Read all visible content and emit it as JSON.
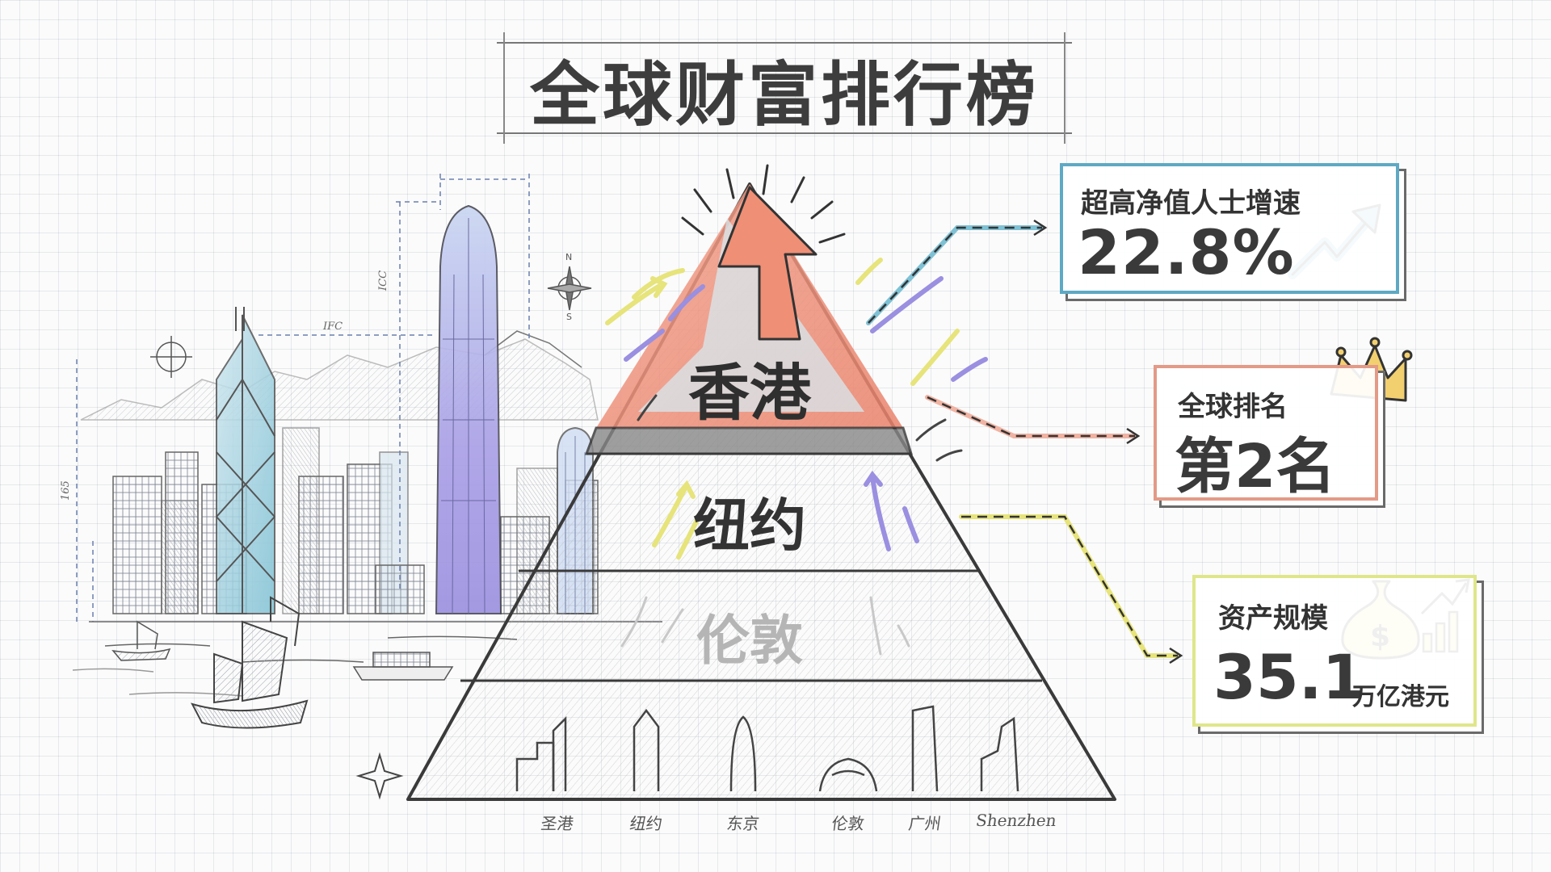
{
  "title": "全球财富排行榜",
  "pyramid": {
    "tiers": [
      {
        "rank": 1,
        "city": "香港"
      },
      {
        "rank": 2,
        "city": "纽约"
      },
      {
        "rank": 3,
        "city": "伦敦"
      }
    ],
    "base_cities": [
      "圣港",
      "纽约",
      "东京",
      "伦敦",
      "广州",
      "Shenzhen"
    ]
  },
  "skyline": {
    "annotations": [
      "IFC",
      "ICC",
      "165",
      "N",
      "S"
    ]
  },
  "stats": {
    "growth": {
      "label": "超高净值人士增速",
      "value": "22.8%"
    },
    "rank": {
      "label": "全球排名",
      "value": "第2名"
    },
    "assets": {
      "label": "资产规模",
      "value": "35.1",
      "unit": "万亿港元"
    }
  },
  "colors": {
    "growth_accent": "#5ea9c4",
    "rank_accent": "#e39a86",
    "assets_accent": "#dfe68a",
    "arrow_purple": "#9a8fe0",
    "arrow_yellow": "#e6e47a"
  },
  "icons": [
    "rising-arrow-icon",
    "crown-icon",
    "money-bag-icon",
    "bar-growth-icon",
    "compass-icon",
    "crosshair-icon",
    "sparkle-icon"
  ]
}
